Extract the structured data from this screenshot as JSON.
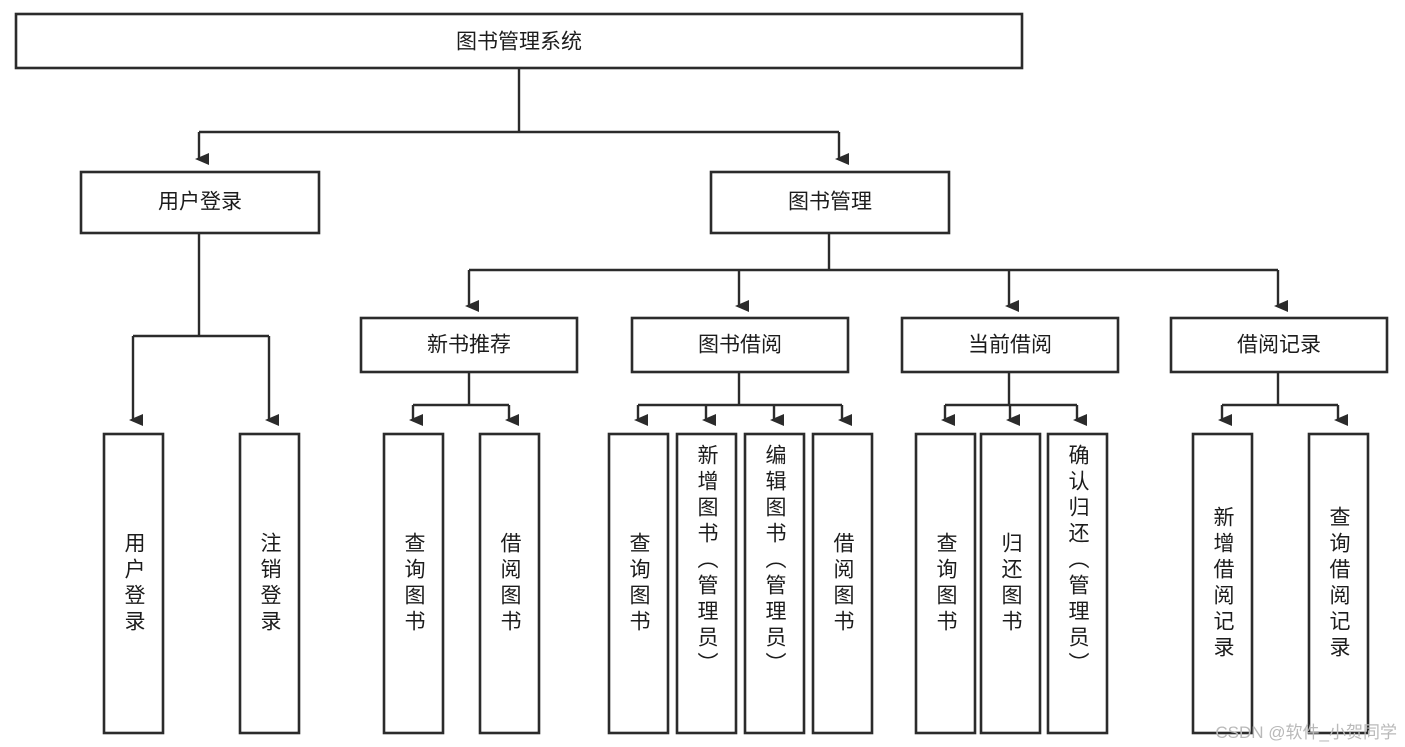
{
  "diagram": {
    "title": "图书管理系统",
    "watermark": "CSDN @软件_小贺同学",
    "colors": {
      "stroke": "#2b2b2b",
      "fill": "#ffffff",
      "text": "#1c1c1c",
      "watermark": "#b9b9b9"
    },
    "levels": {
      "root": {
        "label": "图书管理系统"
      },
      "level2": [
        {
          "label": "用户登录"
        },
        {
          "label": "图书管理"
        }
      ],
      "level3": [
        {
          "label": "新书推荐"
        },
        {
          "label": "图书借阅"
        },
        {
          "label": "当前借阅"
        },
        {
          "label": "借阅记录"
        }
      ],
      "leaves": {
        "user_login": [
          {
            "label": "用户登录"
          },
          {
            "label": "注销登录"
          }
        ],
        "new_book_recommend": [
          {
            "label": "查询图书"
          },
          {
            "label": "借阅图书"
          }
        ],
        "book_borrow": [
          {
            "label": "查询图书"
          },
          {
            "label": "新增图书（管理员）"
          },
          {
            "label": "编辑图书（管理员）"
          },
          {
            "label": "借阅图书"
          }
        ],
        "current_borrow": [
          {
            "label": "查询图书"
          },
          {
            "label": "归还图书"
          },
          {
            "label": "确认归还（管理员）"
          }
        ],
        "borrow_record": [
          {
            "label": "新增借阅记录"
          },
          {
            "label": "查询借阅记录"
          }
        ]
      }
    }
  }
}
